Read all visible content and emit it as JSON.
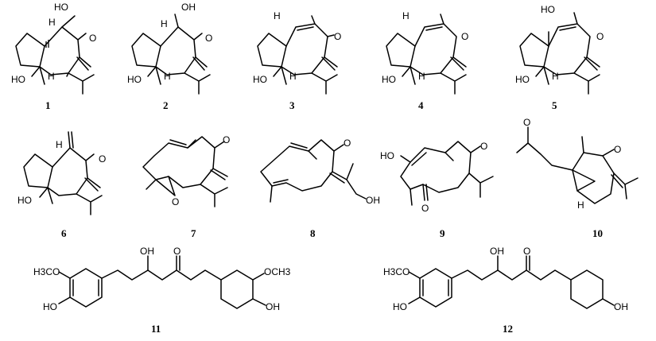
{
  "compounds": [
    {
      "number": "1",
      "labels": {
        "oh_top": "HO",
        "oh_left": "HO",
        "h_top": "H",
        "h_mid": "H",
        "o": "O"
      }
    },
    {
      "number": "2",
      "labels": {
        "oh_top": "OH",
        "oh_left": "HO",
        "h_top": "H",
        "h_mid": "H",
        "o": "O"
      }
    },
    {
      "number": "3",
      "labels": {
        "oh_left": "HO",
        "h_top": "H",
        "h_mid": "H",
        "o": "O"
      }
    },
    {
      "number": "4",
      "labels": {
        "oh_left": "HO",
        "h_top": "H",
        "h_mid": "H",
        "o": "O"
      }
    },
    {
      "number": "5",
      "labels": {
        "oh_top": "HO",
        "oh_left": "HO",
        "h_mid": "H",
        "o": "O"
      }
    },
    {
      "number": "6",
      "labels": {
        "oh_left": "HO",
        "h_top": "H",
        "o": "O"
      }
    },
    {
      "number": "7",
      "labels": {
        "o": "O",
        "o_epox": "O"
      }
    },
    {
      "number": "8",
      "labels": {
        "o": "O",
        "oh": "OH"
      }
    },
    {
      "number": "9",
      "labels": {
        "ho": "HO",
        "o": "O",
        "o2": "O"
      }
    },
    {
      "number": "10",
      "labels": {
        "o": "O",
        "o2": "O",
        "h": "H"
      }
    },
    {
      "number": "11",
      "labels": {
        "h3co": "H3CO",
        "ho": "HO",
        "oh_top": "OH",
        "o": "O",
        "och3": "OCH3",
        "oh_right": "OH"
      }
    },
    {
      "number": "12",
      "labels": {
        "h3co": "H3CO",
        "ho": "HO",
        "oh_top": "OH",
        "o": "O",
        "oh_right": "OH"
      }
    }
  ]
}
